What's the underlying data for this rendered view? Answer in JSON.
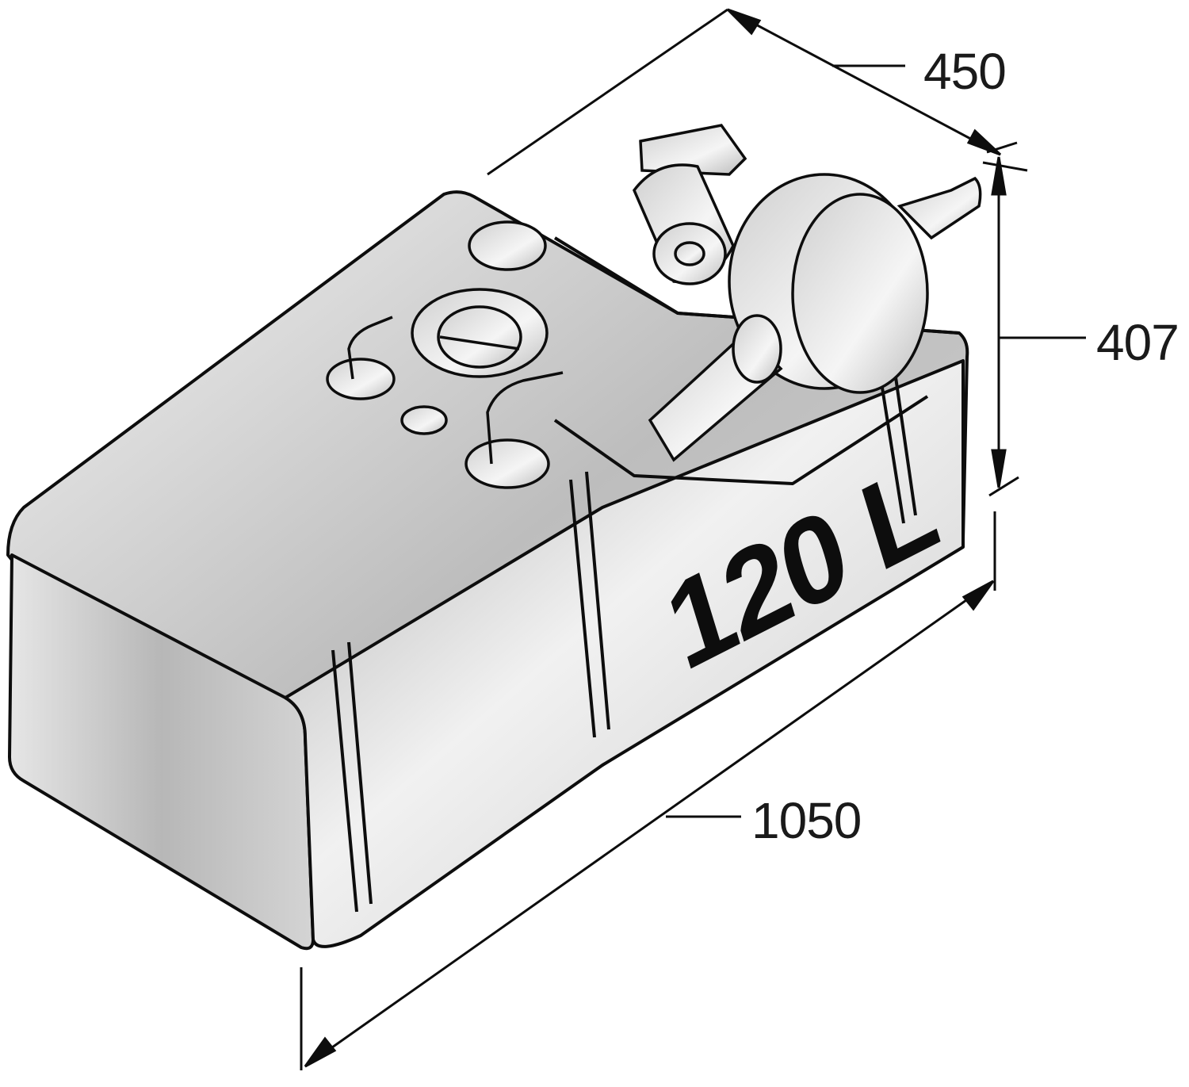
{
  "diagram": {
    "subject": "holding tank with pump",
    "capacity_label": "120 L",
    "dimensions": {
      "width": "450",
      "height": "407",
      "length": "1050"
    },
    "colors": {
      "outline": "#0d0d0d",
      "fill_light": "#f2f2f2",
      "fill_dark": "#a8a8a8",
      "background": "#ffffff"
    }
  }
}
